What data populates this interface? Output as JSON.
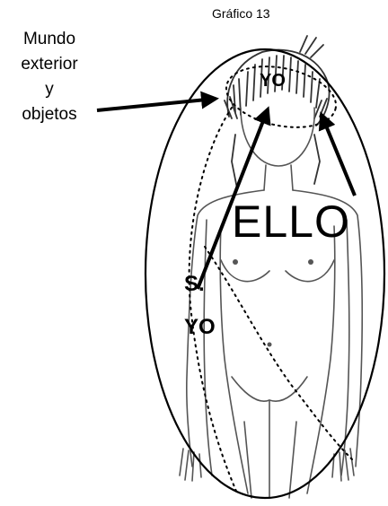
{
  "title": "Gráfico 13",
  "labels": {
    "mundo_exterior": [
      "Mundo",
      "exterior",
      "y",
      "objetos"
    ],
    "yo": "YO",
    "ello": "ELLO",
    "super_yo": [
      "S.",
      "YO"
    ]
  },
  "colors": {
    "ink": "#000000",
    "sketch": "#555555",
    "hair": "#333333",
    "background": "#ffffff"
  },
  "figure": "sketched-female-figure"
}
